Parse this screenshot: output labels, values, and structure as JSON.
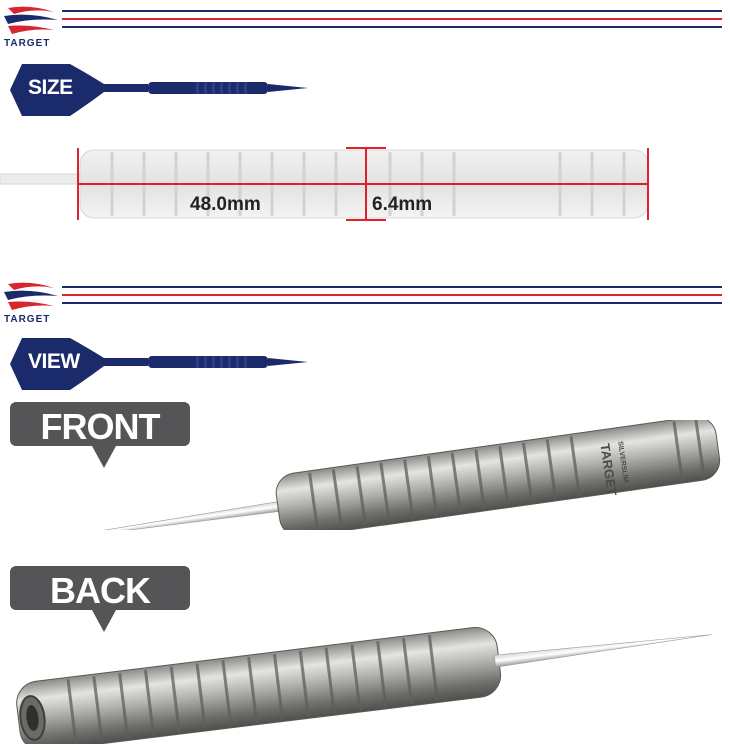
{
  "brand": {
    "name": "TARGET"
  },
  "colors": {
    "navy": "#1b2a6b",
    "red": "#d8262f",
    "callout": "#555558",
    "measure": "#e0202f"
  },
  "size_section": {
    "label": "SIZE",
    "length_label": "48.0mm",
    "diameter_label": "6.4mm"
  },
  "view_section": {
    "label": "VIEW",
    "front_label": "FRONT",
    "back_label": "BACK",
    "barrel_stamp_brand": "TARGET",
    "barrel_stamp_model": "SILVERSLIM"
  }
}
